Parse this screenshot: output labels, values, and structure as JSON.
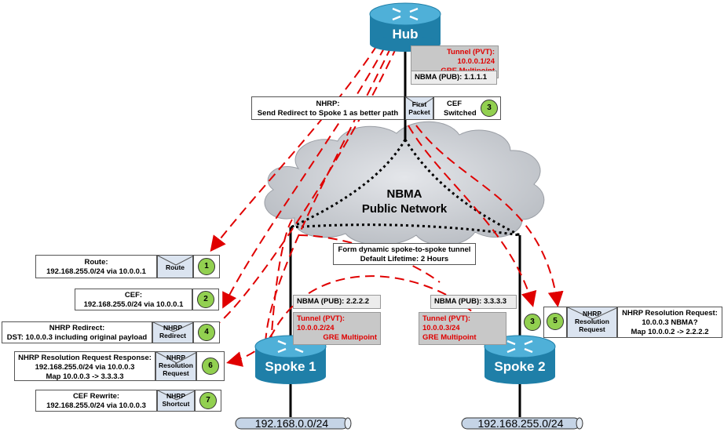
{
  "hub": {
    "name": "Hub",
    "tunnel": {
      "line1": "Tunnel (PVT): 10.0.0.1/24",
      "line2": "GRE Multipoint"
    },
    "nbma": "NBMA (PUB): 1.1.1.1"
  },
  "nhrp_redirect_note": {
    "line1": "NHRP:",
    "line2": "Send Redirect to Spoke 1 as better path"
  },
  "first_packet": {
    "line1": "First",
    "line2": "Packet"
  },
  "cef_switched": {
    "line1": "CEF",
    "line2": "Switched",
    "step": "3"
  },
  "cloud": {
    "line1": "NBMA",
    "line2": "Public Network"
  },
  "dynamic_tunnel": {
    "line1": "Form dynamic spoke-to-spoke tunnel",
    "line2": "Default Lifetime: 2 Hours"
  },
  "spoke1": {
    "name": "Spoke 1",
    "nbma": "NBMA (PUB): 2.2.2.2",
    "tunnel": {
      "line1": "Tunnel (PVT): 10.0.0.2/24",
      "line2": "GRE Multipoint"
    },
    "lan": "192.168.0.0/24"
  },
  "spoke2": {
    "name": "Spoke 2",
    "nbma": "NBMA (PUB): 3.3.3.3",
    "tunnel": {
      "line1": "Tunnel (PVT): 10.0.0.3/24",
      "line2": "GRE Multipoint"
    },
    "lan": "192.168.255.0/24",
    "step3": "3"
  },
  "steps": {
    "route": {
      "line1": "Route:",
      "line2": "192.168.255.0/24 via 10.0.0.1",
      "env": "Route",
      "num": "1"
    },
    "cef": {
      "line1": "CEF:",
      "line2": "192.168.255.0/24 via 10.0.0.1",
      "num": "2"
    },
    "redirect": {
      "line1": "NHRP Redirect:",
      "line2": "DST: 10.0.0.3 including original payload",
      "env1": "NHRP",
      "env2": "Redirect",
      "num": "4"
    },
    "resolution_response": {
      "line1": "NHRP Resolution Request Response:",
      "line2": "192.168.255.0/24 via 10.0.0.3",
      "line3": "Map 10.0.0.3 -> 3.3.3.3",
      "env1": "NHRP",
      "env2": "Resolution",
      "env3": "Request",
      "num": "6"
    },
    "cef_rewrite": {
      "line1": "CEF Rewrite:",
      "line2": "192.168.255.0/24 via 10.0.0.3",
      "env1": "NHRP",
      "env2": "Shortcut",
      "num": "7"
    },
    "resolution_request": {
      "line1": "NHRP Resolution Request:",
      "line2": "10.0.0.3 NBMA?",
      "line3": "Map 10.0.0.2 -> 2.2.2.2",
      "env1": "NHRP",
      "env2": "Resolution",
      "env3": "Request",
      "num": "5"
    }
  },
  "colors": {
    "router": "#1f7fa8",
    "router_top": "#4fb0d8",
    "arrow": "#e00000",
    "badge": "#92d050",
    "cloud": "#d0d3d8"
  }
}
